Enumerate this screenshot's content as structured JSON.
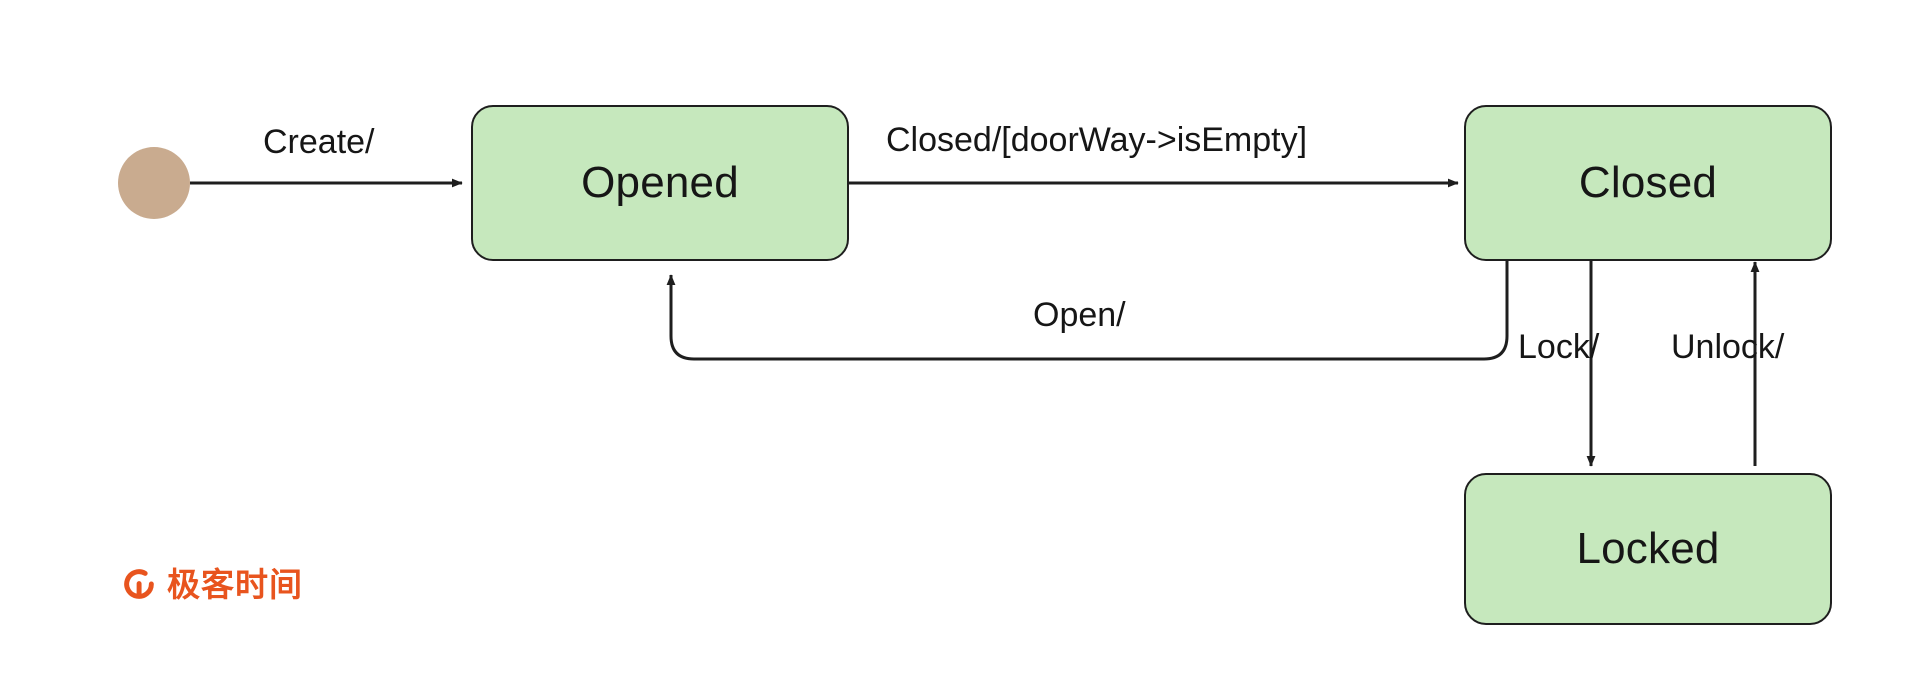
{
  "diagram": {
    "type": "uml-state-machine",
    "background_color": "#ffffff",
    "state_fill_color": "#c6e8bd",
    "state_border_color": "#1e1e1e",
    "initial_node_color": "#c9ab8f",
    "edge_color": "#1e1e1e",
    "states": [
      {
        "id": "opened",
        "label": "Opened"
      },
      {
        "id": "closed",
        "label": "Closed"
      },
      {
        "id": "locked",
        "label": "Locked"
      }
    ],
    "initial_state": {
      "label": ""
    },
    "transitions": [
      {
        "id": "create",
        "from": "initial",
        "to": "opened",
        "label": "Create/"
      },
      {
        "id": "close",
        "from": "opened",
        "to": "closed",
        "label": "Closed/[doorWay->isEmpty]"
      },
      {
        "id": "open",
        "from": "closed",
        "to": "opened",
        "label": "Open/"
      },
      {
        "id": "lock",
        "from": "closed",
        "to": "locked",
        "label": "Lock/"
      },
      {
        "id": "unlock",
        "from": "locked",
        "to": "closed",
        "label": "Unlock/"
      }
    ]
  },
  "watermark": {
    "text": "极客时间",
    "color": "#e8541e"
  }
}
